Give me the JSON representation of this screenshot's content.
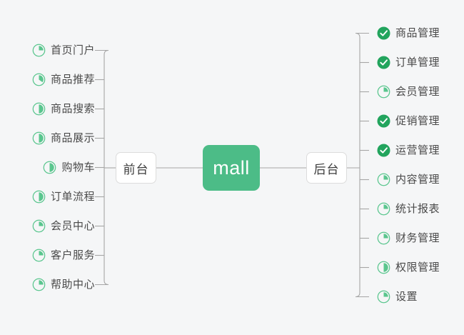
{
  "diagram": {
    "type": "mindmap",
    "title": "mall",
    "background_color": "#f5f6f7",
    "accent_color": "#4cbc87",
    "done_color": "#22a45d",
    "ring_color": "#5ac68e",
    "line_color": "#a6a6a6",
    "text_color": "#4a4a4a"
  },
  "root": {
    "label": "mall"
  },
  "branches": {
    "left": {
      "label": "前台"
    },
    "right": {
      "label": "后台"
    }
  },
  "left_items": [
    {
      "label": "首页门户",
      "icon": "pie-progress-icon",
      "progress": 25,
      "status": "in-progress"
    },
    {
      "label": "商品推荐",
      "icon": "pie-progress-icon",
      "progress": 35,
      "status": "in-progress"
    },
    {
      "label": "商品搜索",
      "icon": "pie-progress-icon",
      "progress": 50,
      "status": "in-progress"
    },
    {
      "label": "商品展示",
      "icon": "pie-progress-icon",
      "progress": 50,
      "status": "in-progress"
    },
    {
      "label": "购物车",
      "icon": "pie-progress-icon",
      "progress": 50,
      "status": "in-progress"
    },
    {
      "label": "订单流程",
      "icon": "pie-progress-icon",
      "progress": 50,
      "status": "in-progress"
    },
    {
      "label": "会员中心",
      "icon": "pie-progress-icon",
      "progress": 25,
      "status": "in-progress"
    },
    {
      "label": "客户服务",
      "icon": "pie-progress-icon",
      "progress": 25,
      "status": "in-progress"
    },
    {
      "label": "帮助中心",
      "icon": "pie-progress-icon",
      "progress": 25,
      "status": "in-progress"
    }
  ],
  "right_items": [
    {
      "label": "商品管理",
      "icon": "check-circle-icon",
      "progress": 100,
      "status": "done"
    },
    {
      "label": "订单管理",
      "icon": "check-circle-icon",
      "progress": 100,
      "status": "done"
    },
    {
      "label": "会员管理",
      "icon": "pie-progress-icon",
      "progress": 25,
      "status": "in-progress"
    },
    {
      "label": "促销管理",
      "icon": "check-circle-icon",
      "progress": 100,
      "status": "done"
    },
    {
      "label": "运营管理",
      "icon": "check-circle-icon",
      "progress": 100,
      "status": "done"
    },
    {
      "label": "内容管理",
      "icon": "pie-progress-icon",
      "progress": 25,
      "status": "in-progress"
    },
    {
      "label": "统计报表",
      "icon": "pie-progress-icon",
      "progress": 25,
      "status": "in-progress"
    },
    {
      "label": "财务管理",
      "icon": "pie-progress-icon",
      "progress": 25,
      "status": "in-progress"
    },
    {
      "label": "权限管理",
      "icon": "pie-progress-icon",
      "progress": 50,
      "status": "in-progress"
    },
    {
      "label": "设置",
      "icon": "pie-progress-icon",
      "progress": 25,
      "status": "in-progress"
    }
  ]
}
